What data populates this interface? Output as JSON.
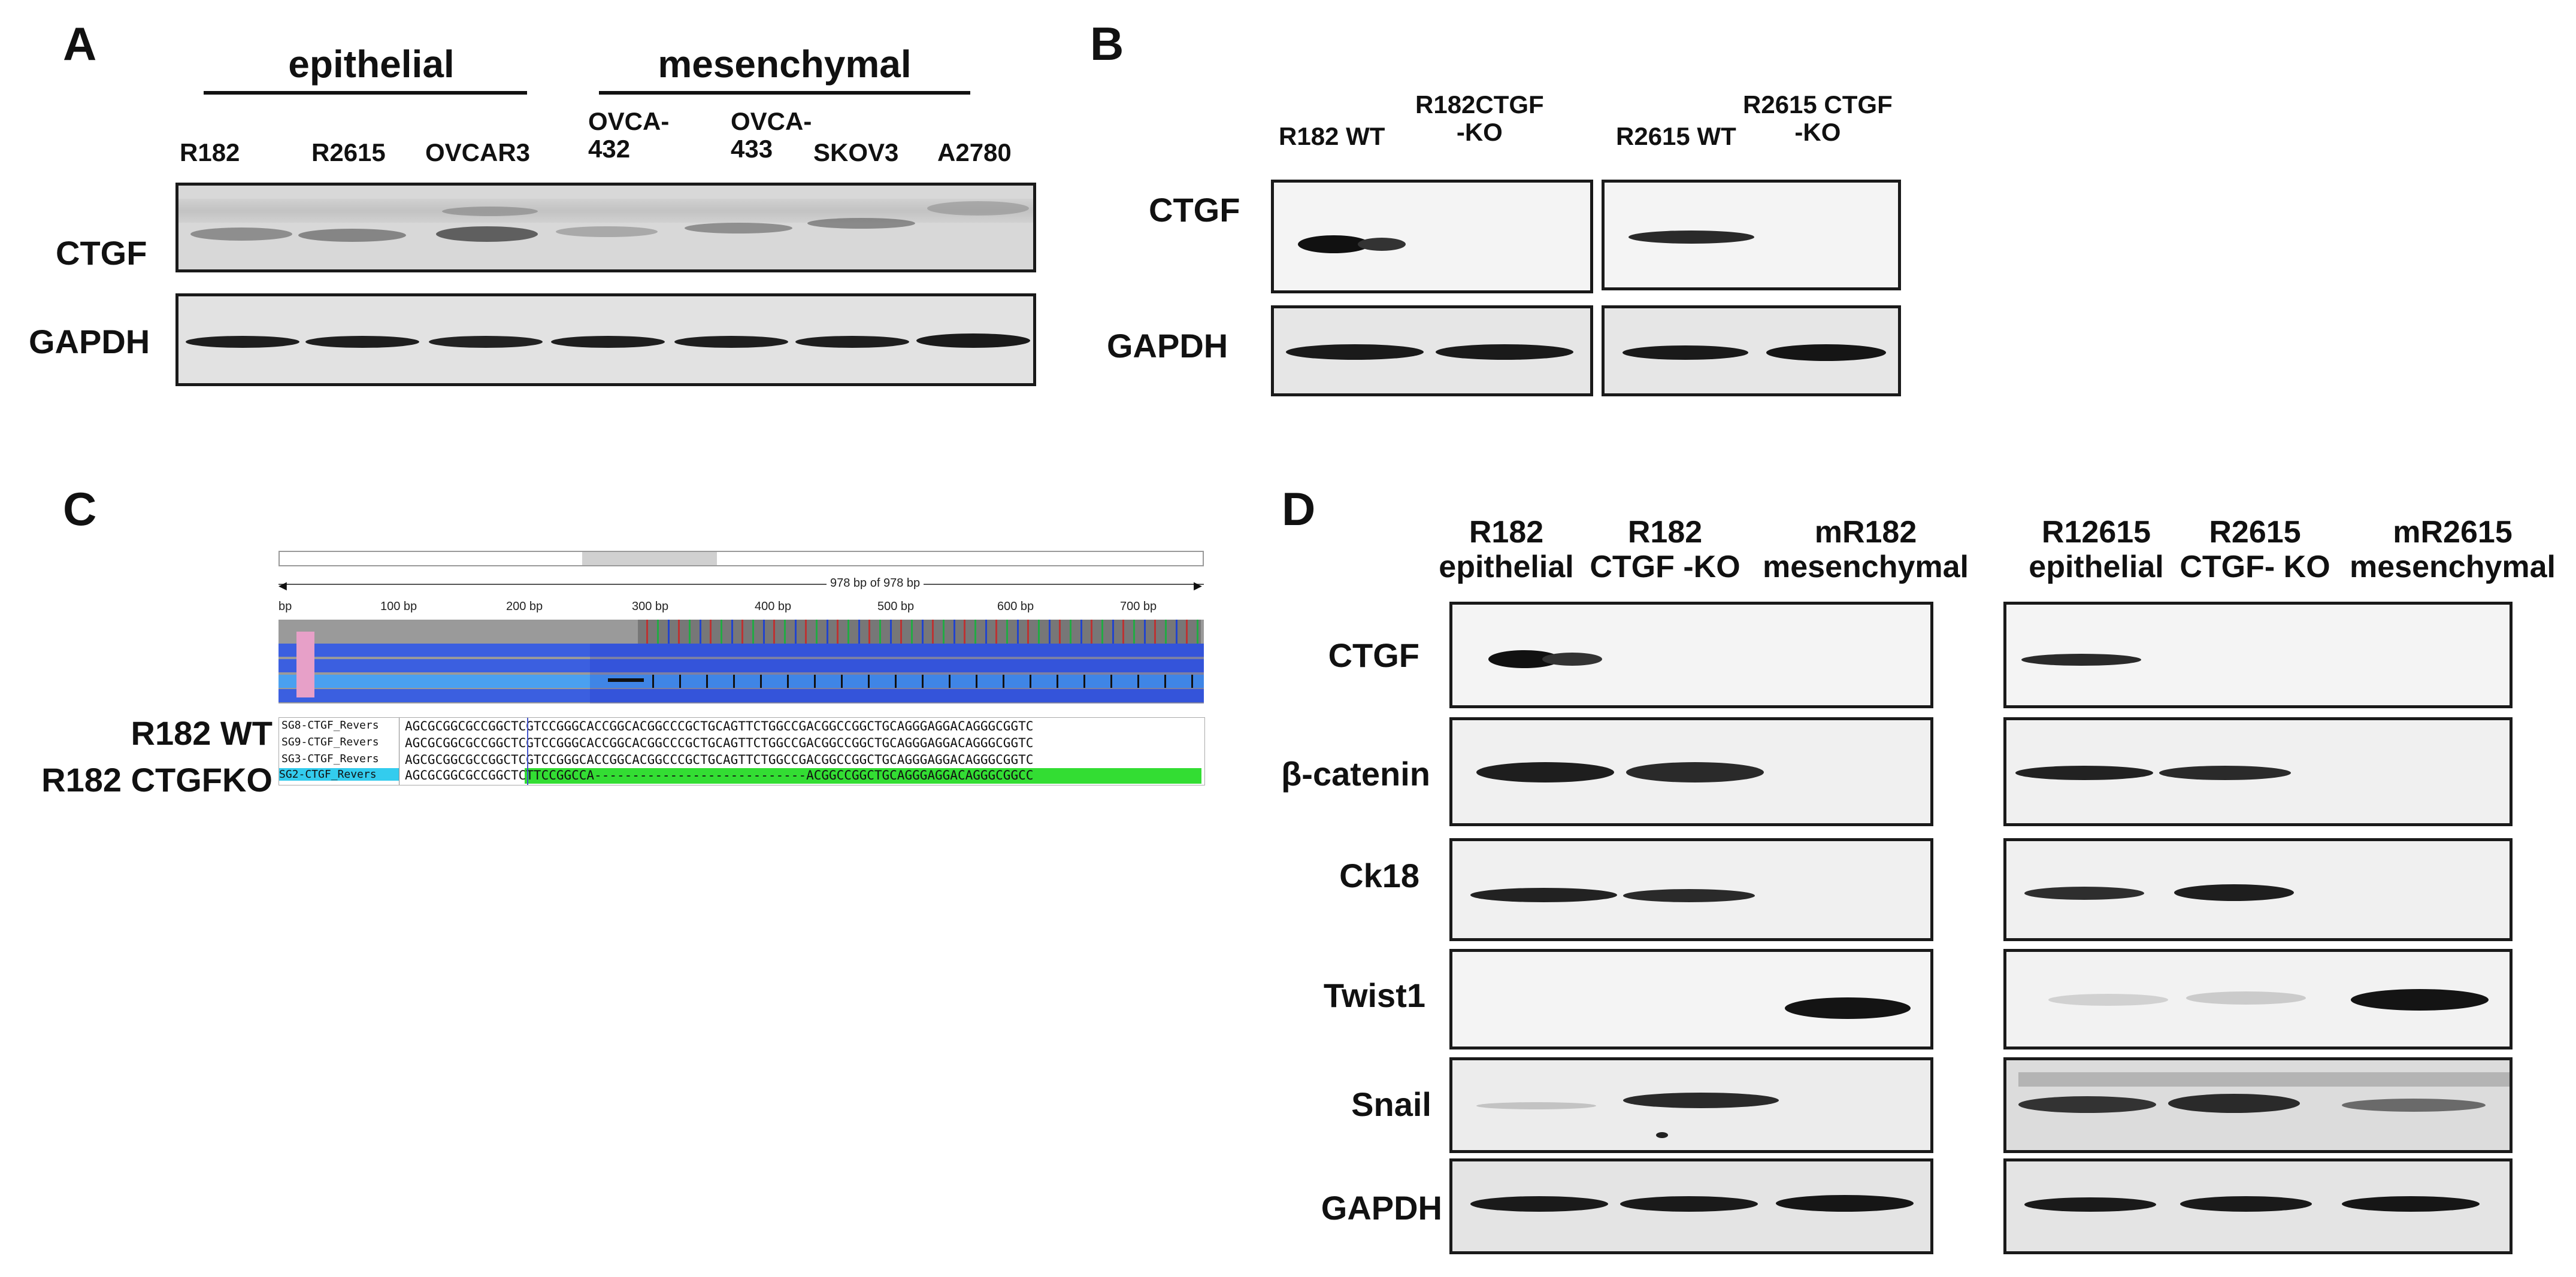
{
  "panel_a": {
    "label": "A",
    "groups": {
      "epithelial": "epithelial",
      "mesenchymal": "mesenchymal"
    },
    "lanes": [
      "R182",
      "R2615",
      "OVCAR3",
      "OVCA-\n432",
      "OVCA-\n433",
      "SKOV3",
      "A2780"
    ],
    "rows": {
      "ctgf": "CTGF",
      "gapdh": "GAPDH"
    }
  },
  "panel_b": {
    "label": "B",
    "lanes": [
      "R182 WT",
      "R182CTGF\n-KO",
      "R2615 WT",
      "R2615 CTGF\n-KO"
    ],
    "rows": {
      "ctgf": "CTGF",
      "gapdh": "GAPDH"
    }
  },
  "panel_c": {
    "label": "C",
    "ruler_title": "978 bp of 978 bp",
    "ticks": [
      "bp",
      "100 bp",
      "200 bp",
      "300 bp",
      "400 bp",
      "500 bp",
      "600 bp",
      "700 bp"
    ],
    "rows": {
      "wt": "R182 WT",
      "ko": "R182 CTGFKO"
    },
    "seq_names": [
      "SG8-CTGF_Revers",
      "SG9-CTGF_Revers",
      "SG3-CTGF_Revers",
      "SG2-CTGF_Revers"
    ],
    "seqs": [
      "AGCGCGGCGCCGGCTCGTCCGGGCACCGGCACGGCCCGCTGCAGTTCTGGCCGACGGCCGGCTGCAGGGAGGACAGGGCGGTC",
      "AGCGCGGCGCCGGCTCGTCCGGGCACCGGCACGGCCCGCTGCAGTTCTGGCCGACGGCCGGCTGCAGGGAGGACAGGGCGGTC",
      "AGCGCGGCGCCGGCTCGTCCGGGCACCGGCACGGCCCGCTGCAGTTCTGGCCGACGGCCGGCTGCAGGGAGGACAGGGCGGTC",
      "AGCGCGGCGCCGGCTCTTCCGGCCA----------------------------ACGGCCGGCTGCAGGGAGGACAGGGCGGCC"
    ]
  },
  "panel_d": {
    "label": "D",
    "cols_left": [
      "R182\nepithelial",
      "R182\nCTGF -KO",
      "mR182\nmesenchymal"
    ],
    "cols_right": [
      "R12615\nepithelial",
      "R2615\nCTGF- KO",
      "mR2615\nmesenchymal"
    ],
    "rows": [
      "CTGF",
      "β-catenin",
      "Ck18",
      "Twist1",
      "Snail",
      "GAPDH"
    ]
  },
  "colors": {
    "band": "#141414",
    "blot_bg": "#f2f2f2",
    "seq_blue": "#3b5fe0",
    "seq_green": "#33dd33",
    "seq_cyan": "#33ccee"
  }
}
